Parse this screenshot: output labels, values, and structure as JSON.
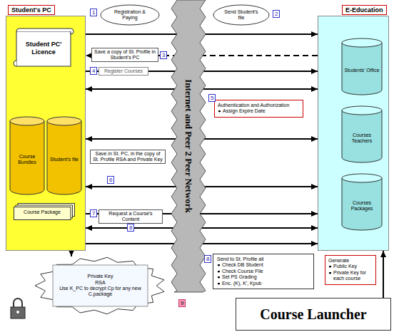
{
  "diagram": {
    "nodes": [
      {
        "text": [
          "Student's PC"
        ]
      },
      {
        "text": [
          "Student PC' Licence"
        ],
        "in": 0
      },
      {
        "text": [
          "Course Bundles"
        ],
        "in": 0
      },
      {
        "text": [
          "Student's file"
        ],
        "in": 0
      },
      {
        "text": [
          "Course Package"
        ],
        "in": 0
      },
      {
        "text": [
          "Registration & Paying"
        ]
      },
      {
        "text": [
          "Send Student's file"
        ]
      },
      {
        "text": [
          "Internet and Peer 2 Peer Network"
        ]
      },
      {
        "text": [
          "E-Education"
        ]
      },
      {
        "text": [
          "Students' Office"
        ],
        "in": 8
      },
      {
        "text": [
          "Courses Teachers"
        ],
        "in": 8
      },
      {
        "text": [
          "Courses Packages"
        ],
        "in": 8
      },
      {
        "text": [
          "Authentication and Authorization",
          "Assign Expire Date"
        ]
      },
      {
        "text": [
          "Send to St. Profile all",
          "Check DB Student",
          "Check Course File",
          "Set PS Grading",
          "Enc. (K), K', Kpub"
        ]
      },
      {
        "text": [
          "Generate",
          "Public Key",
          "Private Key for each course"
        ]
      },
      {
        "text": [
          "Course Launcher"
        ]
      },
      {
        "text": [
          "Private Key",
          "RSA",
          "Use K_PC to decrypt Cp for any new C.package"
        ]
      }
    ],
    "edges": [
      {
        "from": 0,
        "to": 8,
        "arrow": "to"
      },
      {
        "from": 8,
        "to": 0,
        "arrow": "to",
        "label": "Save a copy of St. Profile in Student's PC"
      },
      {
        "from": 0,
        "to": 8,
        "arrow": "to",
        "label": "Register Courses"
      },
      {
        "from": 0,
        "to": 8,
        "arrow": "both"
      },
      {
        "from": 0,
        "to": 8,
        "arrow": "both"
      },
      {
        "from": 8,
        "to": 0,
        "arrow": "both",
        "label": "Save in St. PC, in the copy of St. Profile RSA and Private Key"
      },
      {
        "from": 0,
        "to": 8,
        "arrow": "to",
        "label": "Request a Course's Content"
      },
      {
        "from": 0,
        "to": 8,
        "arrow": "both"
      },
      {
        "from": 0,
        "to": 8,
        "arrow": "to"
      },
      {
        "from": 2,
        "to": 1,
        "arrow": "to"
      },
      {
        "from": 3,
        "to": 1,
        "arrow": "to"
      },
      {
        "from": 15,
        "to": 8,
        "arrow": "to"
      },
      {
        "from": 0,
        "to": 16,
        "arrow": "to"
      }
    ],
    "labels": [
      "1",
      "2",
      "3",
      "4",
      "5",
      "6",
      "7",
      "8",
      "8",
      "9"
    ]
  }
}
